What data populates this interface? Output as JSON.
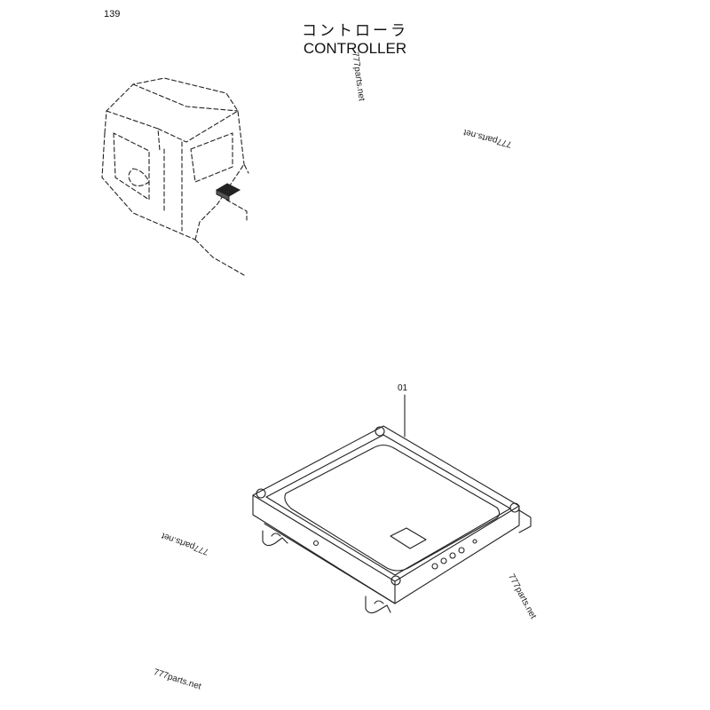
{
  "page": {
    "number": "139"
  },
  "title": {
    "japanese": "コントローラ",
    "english": "CONTROLLER"
  },
  "callouts": [
    {
      "label": "01"
    }
  ],
  "watermarks": [
    "777parts.net",
    "777parts.net",
    "777parts.net",
    "777parts.net",
    "777parts.net"
  ]
}
